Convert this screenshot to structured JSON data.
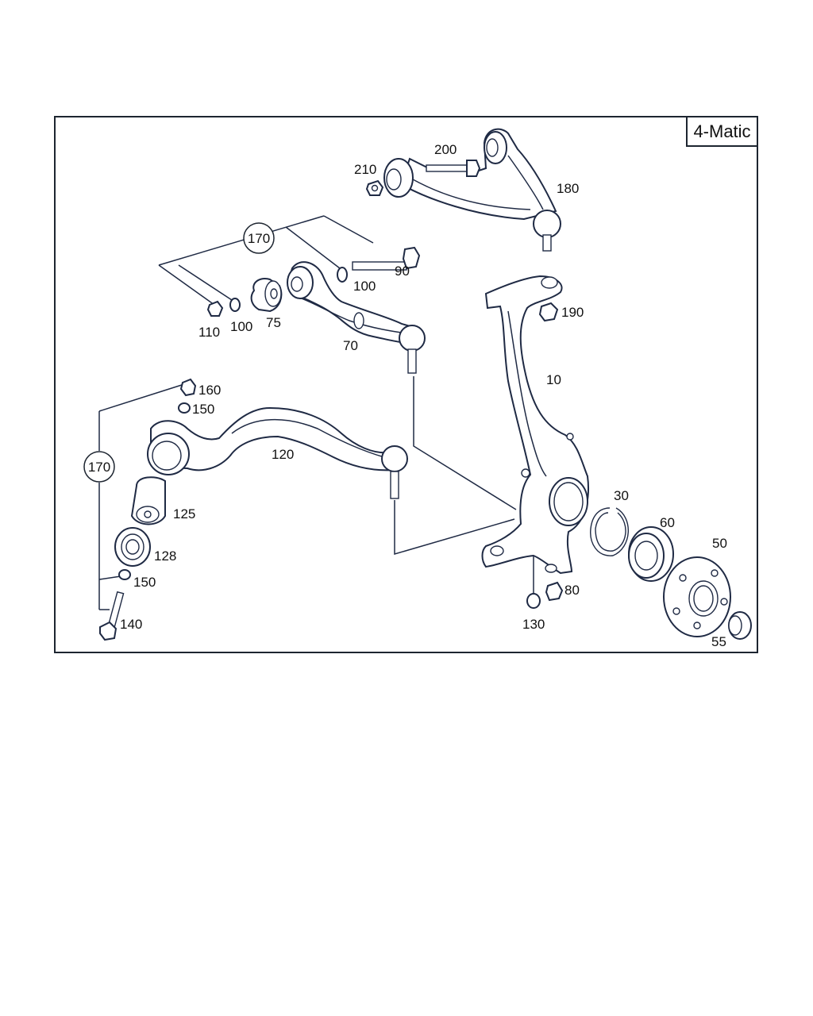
{
  "variant_label": "4-Matic",
  "callouts": {
    "p10": "10",
    "p30": "30",
    "p50": "50",
    "p55": "55",
    "p60": "60",
    "p70": "70",
    "p75": "75",
    "p80": "80",
    "p90": "90",
    "p100a": "100",
    "p100b": "100",
    "p110": "110",
    "p120": "120",
    "p125": "125",
    "p128": "128",
    "p130": "130",
    "p140": "140",
    "p150a": "150",
    "p150b": "150",
    "p160": "160",
    "p180": "180",
    "p190": "190",
    "p200": "200",
    "p210": "210"
  },
  "kits": {
    "upper": "170",
    "lower": "170"
  }
}
